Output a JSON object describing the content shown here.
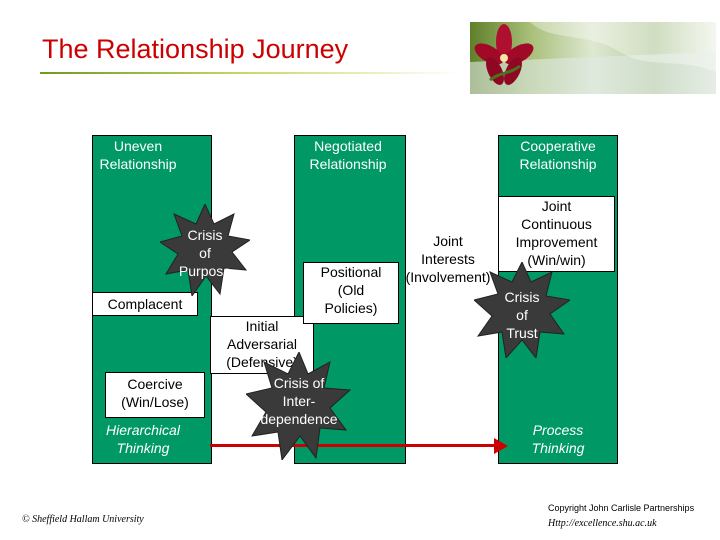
{
  "title": "The Relationship Journey",
  "colors": {
    "panel": "#009966",
    "title": "#cc0000",
    "arrow": "#cc0000",
    "burst": "#3a3a3a"
  },
  "columns": {
    "uneven": "Uneven\nRelationship",
    "negotiated": "Negotiated\nRelationship",
    "cooperative": "Cooperative\nRelationship"
  },
  "boxes": {
    "complacent": "Complacent",
    "coercive": "Coercive\n(Win/Lose)",
    "initial_adversarial": "Initial\nAdversarial\n(Defensive)",
    "positional": "Positional\n(Old\nPolicies)",
    "joint_continuous": "Joint\nContinuous\nImprovement\n(Win/win)",
    "joint_interests": "Joint\nInterests\n(Involvement)"
  },
  "bursts": {
    "crisis_purpose": "Crisis\nof\nPurpose",
    "crisis_interdependence": "Crisis of\nInter-\ndependence",
    "crisis_trust": "Crisis\nof\nTrust"
  },
  "labels": {
    "hierarchical": "Hierarchical\nThinking",
    "process": "Process\nThinking"
  },
  "footer": {
    "left": "© Sheffield Hallam University",
    "copyright": "Copyright John Carlisle Partnerships",
    "url": "Http://excellence.shu.ac.uk"
  },
  "icons": {
    "photo": "flower-photo"
  }
}
